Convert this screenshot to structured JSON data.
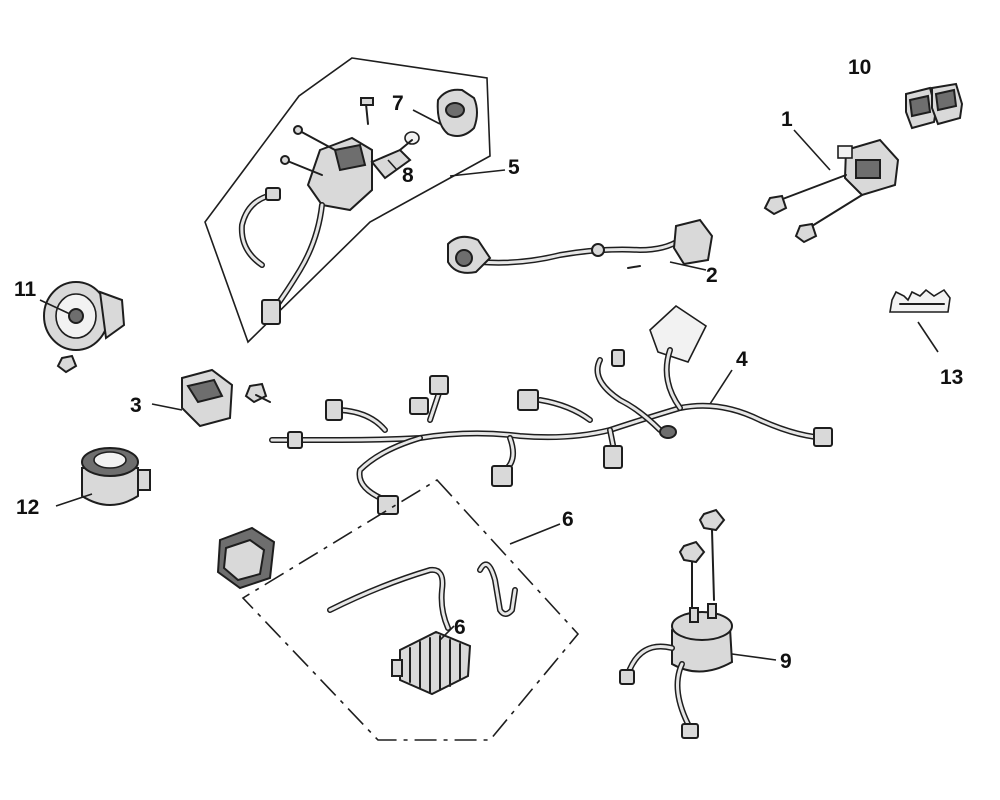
{
  "diagram": {
    "callouts": {
      "c1": "1",
      "c2": "2",
      "c3": "3",
      "c4": "4",
      "c5": "5",
      "c6_frame": "6",
      "c6_part": "6",
      "c7": "7",
      "c8": "8",
      "c9": "9",
      "c10": "10",
      "c11": "11",
      "c12": "12",
      "c13": "13"
    }
  }
}
